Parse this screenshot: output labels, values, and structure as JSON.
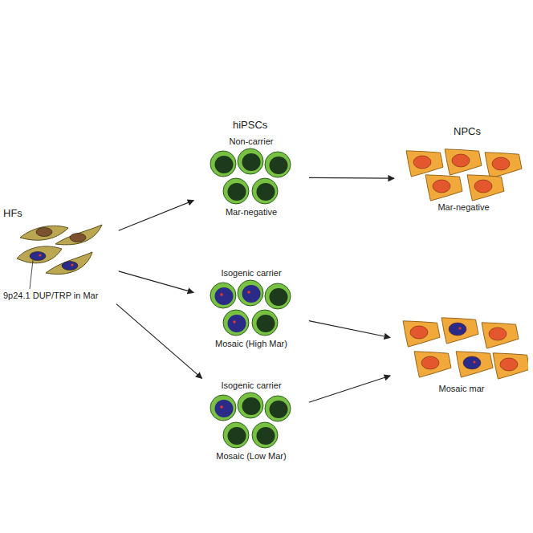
{
  "diagram": {
    "nodes": [
      {
        "text": [
          "HFs",
          "9p24.1 DUP/TRP in Mar"
        ]
      },
      {
        "text": [
          "Non-carrier",
          "Mar-negative"
        ]
      },
      {
        "text": [
          "Isogenic carrier",
          "Mosaic (High Mar)"
        ]
      },
      {
        "text": [
          "Isogenic carrier",
          "Mosaic (Low Mar)"
        ]
      },
      {
        "text": [
          "Mar-negative"
        ]
      },
      {
        "text": [
          "Mosaic mar"
        ]
      }
    ],
    "edges": [
      {
        "from": 0,
        "to": 1,
        "arrow": "to"
      },
      {
        "from": 0,
        "to": 2,
        "arrow": "to"
      },
      {
        "from": 0,
        "to": 3,
        "arrow": "to"
      },
      {
        "from": 1,
        "to": 4,
        "arrow": "to"
      },
      {
        "from": 2,
        "to": 5,
        "arrow": "to"
      },
      {
        "from": 3,
        "to": 5,
        "arrow": "to"
      }
    ],
    "labels": [
      "hiPSCs",
      "NPCs"
    ]
  }
}
